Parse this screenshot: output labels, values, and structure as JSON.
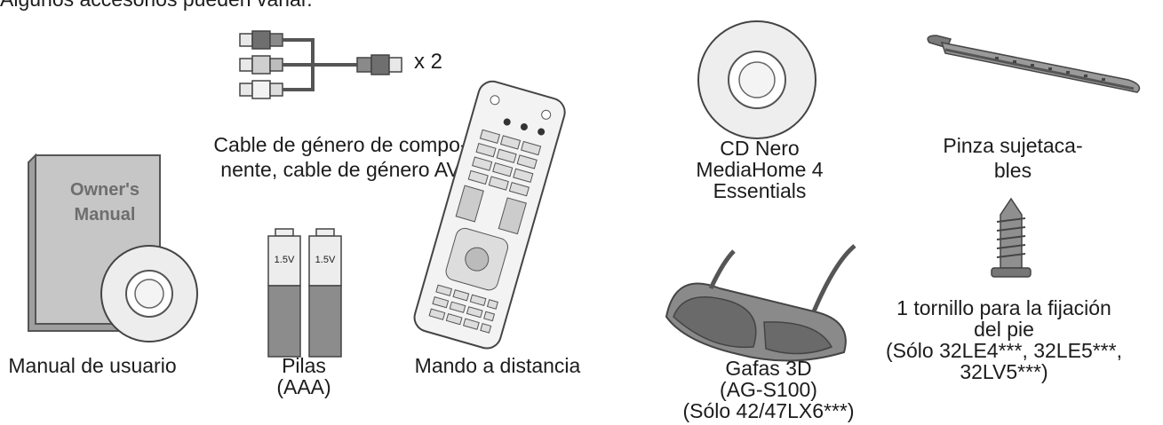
{
  "header_fragment": "Algunos accesorios pueden variar.",
  "items": {
    "cables": {
      "multiplier": "x 2",
      "caption_lines": [
        "Cable de género de compo-",
        "nente, cable de género AV"
      ]
    },
    "cd": {
      "caption_lines": [
        "CD Nero",
        "MediaHome 4",
        "Essentials"
      ]
    },
    "clamp": {
      "caption_lines": [
        "Pinza sujetaca-",
        "bles"
      ]
    },
    "manual": {
      "cover_text_1": "Owner's",
      "cover_text_2": "Manual",
      "caption": "Manual de usuario"
    },
    "batteries": {
      "label_1": "1.5V",
      "label_2": "1.5V",
      "caption_lines": [
        "Pilas",
        "(AAA)"
      ]
    },
    "remote": {
      "caption": "Mando a distancia"
    },
    "glasses": {
      "caption_lines": [
        "Gafas 3D",
        "(AG-S100)",
        "(Sólo 42/47LX6***)"
      ]
    },
    "screw": {
      "caption_lines": [
        "1 tornillo para la fijación",
        "del pie",
        "(Sólo 32LE4***, 32LE5***,",
        "32LV5***)"
      ]
    }
  },
  "colors": {
    "book_cover": "#c9c9c9",
    "book_spine": "#a9a9a9",
    "cover_text": "#6e6e6e",
    "outline": "#555555",
    "battery_top": "#ededed",
    "battery_bottom": "#8c8c8c"
  }
}
